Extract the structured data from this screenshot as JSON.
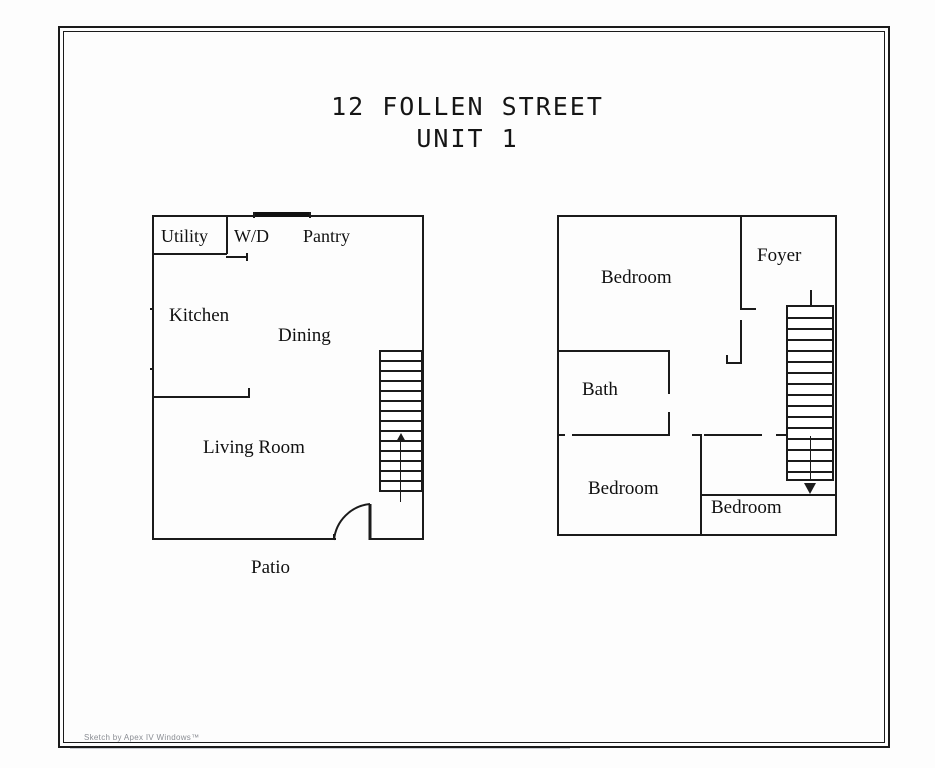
{
  "document": {
    "title_line_1": "12 FOLLEN STREET",
    "title_line_2": "UNIT 1",
    "watermark": "Sketch by Apex IV Windows™",
    "ink_color": "#1b1b1b",
    "paper_color": "#fdfdfd"
  },
  "floor_plans": [
    {
      "id": "first-floor",
      "position": "left",
      "rooms": [
        {
          "key": "utility",
          "label": "Utility"
        },
        {
          "key": "wd",
          "label": "W/D"
        },
        {
          "key": "pantry",
          "label": "Pantry"
        },
        {
          "key": "kitchen",
          "label": "Kitchen"
        },
        {
          "key": "dining",
          "label": "Dining"
        },
        {
          "key": "living_room",
          "label": "Living Room"
        },
        {
          "key": "patio",
          "label": "Patio"
        }
      ],
      "stairs": {
        "direction": "up",
        "treads": 14,
        "arrow": "△"
      },
      "doors": [
        {
          "key": "patio-door",
          "type": "swing"
        }
      ]
    },
    {
      "id": "second-floor",
      "position": "right",
      "rooms": [
        {
          "key": "bedroom_front",
          "label": "Bedroom"
        },
        {
          "key": "foyer",
          "label": "Foyer"
        },
        {
          "key": "bath",
          "label": "Bath"
        },
        {
          "key": "bedroom_rear_left",
          "label": "Bedroom"
        },
        {
          "key": "bedroom_rear_right",
          "label": "Bedroom"
        }
      ],
      "stairs": {
        "direction": "down",
        "treads": 15,
        "arrow": "▽"
      },
      "doors": []
    }
  ]
}
